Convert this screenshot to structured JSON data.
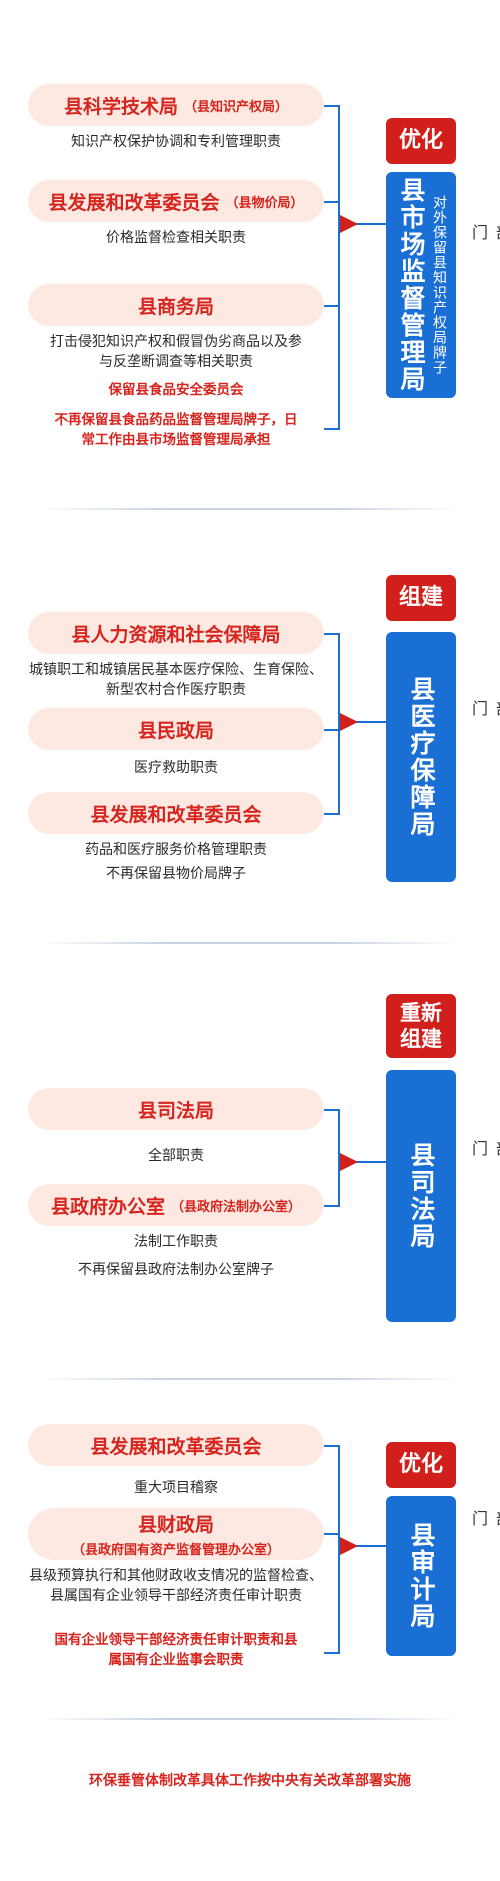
{
  "sections": [
    {
      "badge": "优化",
      "agency_main": "县市场监督管理局",
      "agency_sub": "对外保留县知识产权局牌子",
      "side_label": "县政府工作部门",
      "sources": [
        {
          "name": "县科学技术局",
          "sub": "（县知识产权局）",
          "notes": [
            {
              "text": "知识产权保护协调和专利管理职责",
              "red": false
            }
          ]
        },
        {
          "name": "县发展和改革委员会",
          "sub": "（县物价局）",
          "notes": [
            {
              "text": "价格监督检查相关职责",
              "red": false
            }
          ]
        },
        {
          "name": "县商务局",
          "sub": "",
          "notes": [
            {
              "text": "打击侵犯知识产权和假冒伪劣商品以及参与反垄断调查等相关职责",
              "red": false
            },
            {
              "text": "保留县食品安全委员会",
              "red": true
            },
            {
              "text": "不再保留县食品药品监督管理局牌子，日常工作由县市场监督管理局承担",
              "red": true
            }
          ]
        }
      ]
    },
    {
      "badge": "组建",
      "agency_main": "县医疗保障局",
      "agency_sub": "",
      "side_label": "县政府工作部门",
      "sources": [
        {
          "name": "县人力资源和社会保障局",
          "sub": "",
          "notes": [
            {
              "text": "城镇职工和城镇居民基本医疗保险、生育保险、新型农村合作医疗职责",
              "red": false
            }
          ]
        },
        {
          "name": "县民政局",
          "sub": "",
          "notes": [
            {
              "text": "医疗救助职责",
              "red": false
            }
          ]
        },
        {
          "name": "县发展和改革委员会",
          "sub": "",
          "notes": [
            {
              "text": "药品和医疗服务价格管理职责",
              "red": false
            },
            {
              "text": "不再保留县物价局牌子",
              "red": false
            }
          ]
        }
      ]
    },
    {
      "badge": "重新组建",
      "agency_main": "县司法局",
      "agency_sub": "",
      "side_label": "县政府工作部门",
      "sources": [
        {
          "name": "县司法局",
          "sub": "",
          "notes": [
            {
              "text": "全部职责",
              "red": false
            }
          ]
        },
        {
          "name": "县政府办公室",
          "sub": "（县政府法制办公室）",
          "notes": [
            {
              "text": "法制工作职责",
              "red": false
            },
            {
              "text": "不再保留县政府法制办公室牌子",
              "red": false
            }
          ]
        }
      ]
    },
    {
      "badge": "优化",
      "agency_main": "县审计局",
      "agency_sub": "",
      "side_label": "县政府工作部门",
      "sources": [
        {
          "name": "县发展和改革委员会",
          "sub": "",
          "notes": [
            {
              "text": "重大项目稽察",
              "red": false
            }
          ]
        },
        {
          "name": "县财政局",
          "sub": "（县政府国有资产监督管理办公室）",
          "notes": [
            {
              "text": "县级预算执行和其他财政收支情况的监督检查、县属国有企业领导干部经济责任审计职责",
              "red": false
            },
            {
              "text": "国有企业领导干部经济责任审计职责和县属国有企业监事会职责",
              "red": true
            }
          ]
        }
      ]
    }
  ],
  "footer": "环保垂管体制改革具体工作按中央有关改革部署实施"
}
